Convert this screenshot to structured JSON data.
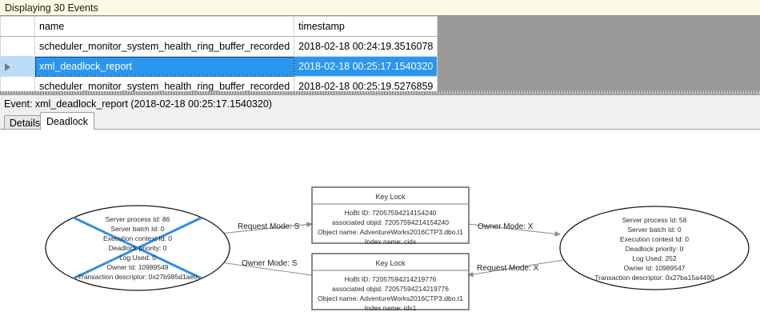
{
  "banner": {
    "text": "Displaying 30 Events"
  },
  "grid": {
    "columns": [
      {
        "key": "sel",
        "label": ""
      },
      {
        "key": "name",
        "label": "name"
      },
      {
        "key": "timestamp",
        "label": "timestamp"
      }
    ],
    "rows": [
      {
        "selected": false,
        "marker": "",
        "name": "scheduler_monitor_system_health_ring_buffer_recorded",
        "timestamp": "2018-02-18 00:24:19.3516078"
      },
      {
        "selected": true,
        "marker": "row-selector-triangle",
        "name": "xml_deadlock_report",
        "timestamp": "2018-02-18 00:25:17.1540320"
      },
      {
        "selected": false,
        "marker": "",
        "name": "scheduler_monitor_system_health_ring_buffer_recorded",
        "timestamp": "2018-02-18 00:25:19.5276859"
      }
    ]
  },
  "event_header": {
    "text": "Event: xml_deadlock_report (2018-02-18 00:25:17.1540320)"
  },
  "tabs": [
    {
      "label": "Details",
      "active": false
    },
    {
      "label": "Deadlock",
      "active": true
    }
  ],
  "colors": {
    "banner_bg": "#fbfbe4",
    "selection_bg": "#2a96f0",
    "selection_text": "#ffffff",
    "grid_empty_bg": "#9a9a9a",
    "victim_marker": "#2f8fe0",
    "edge": "#8d8d8d",
    "node_stroke": "#1a1a1a"
  },
  "deadlock_graph": {
    "processes": [
      {
        "id": "process-left",
        "victim": true,
        "lines": [
          "Server process Id: 86",
          "Server batch Id: 0",
          "Execution context Id: 0",
          "Deadlock priority: 0",
          "Log Used: 0",
          "Owner Id: 10989549",
          "Transaction descriptor: 0x27b985d1ae0"
        ]
      },
      {
        "id": "process-right",
        "victim": false,
        "lines": [
          "Server process Id: 58",
          "Server batch Id: 0",
          "Execution context Id: 0",
          "Deadlock priority: 0",
          "Log Used: 252",
          "Owner Id: 10989547",
          "Transaction descriptor: 0x27ba15a4490"
        ]
      }
    ],
    "resources": [
      {
        "id": "key-lock-top",
        "title": "Key Lock",
        "lines": [
          "HoBt ID: 72057594214154240",
          "associated objid: 72057594214154240",
          "Object name: AdventureWorks2016CTP3.dbo.t1",
          "Index name: cidx"
        ]
      },
      {
        "id": "key-lock-bottom",
        "title": "Key Lock",
        "lines": [
          "HoBt ID: 72057594214219776",
          "associated objid: 72057594214219776",
          "Object name: AdventureWorks2016CTP3.dbo.t1",
          "Index name: idx1"
        ]
      }
    ],
    "edges": [
      {
        "id": "edge-left-request-top",
        "label": "Request Mode: S"
      },
      {
        "id": "edge-top-owner-right",
        "label": "Owner Mode: X"
      },
      {
        "id": "edge-bottom-owner-left",
        "label": "Owner Mode: S"
      },
      {
        "id": "edge-right-request-bottom",
        "label": "Request Mode: X"
      }
    ]
  }
}
